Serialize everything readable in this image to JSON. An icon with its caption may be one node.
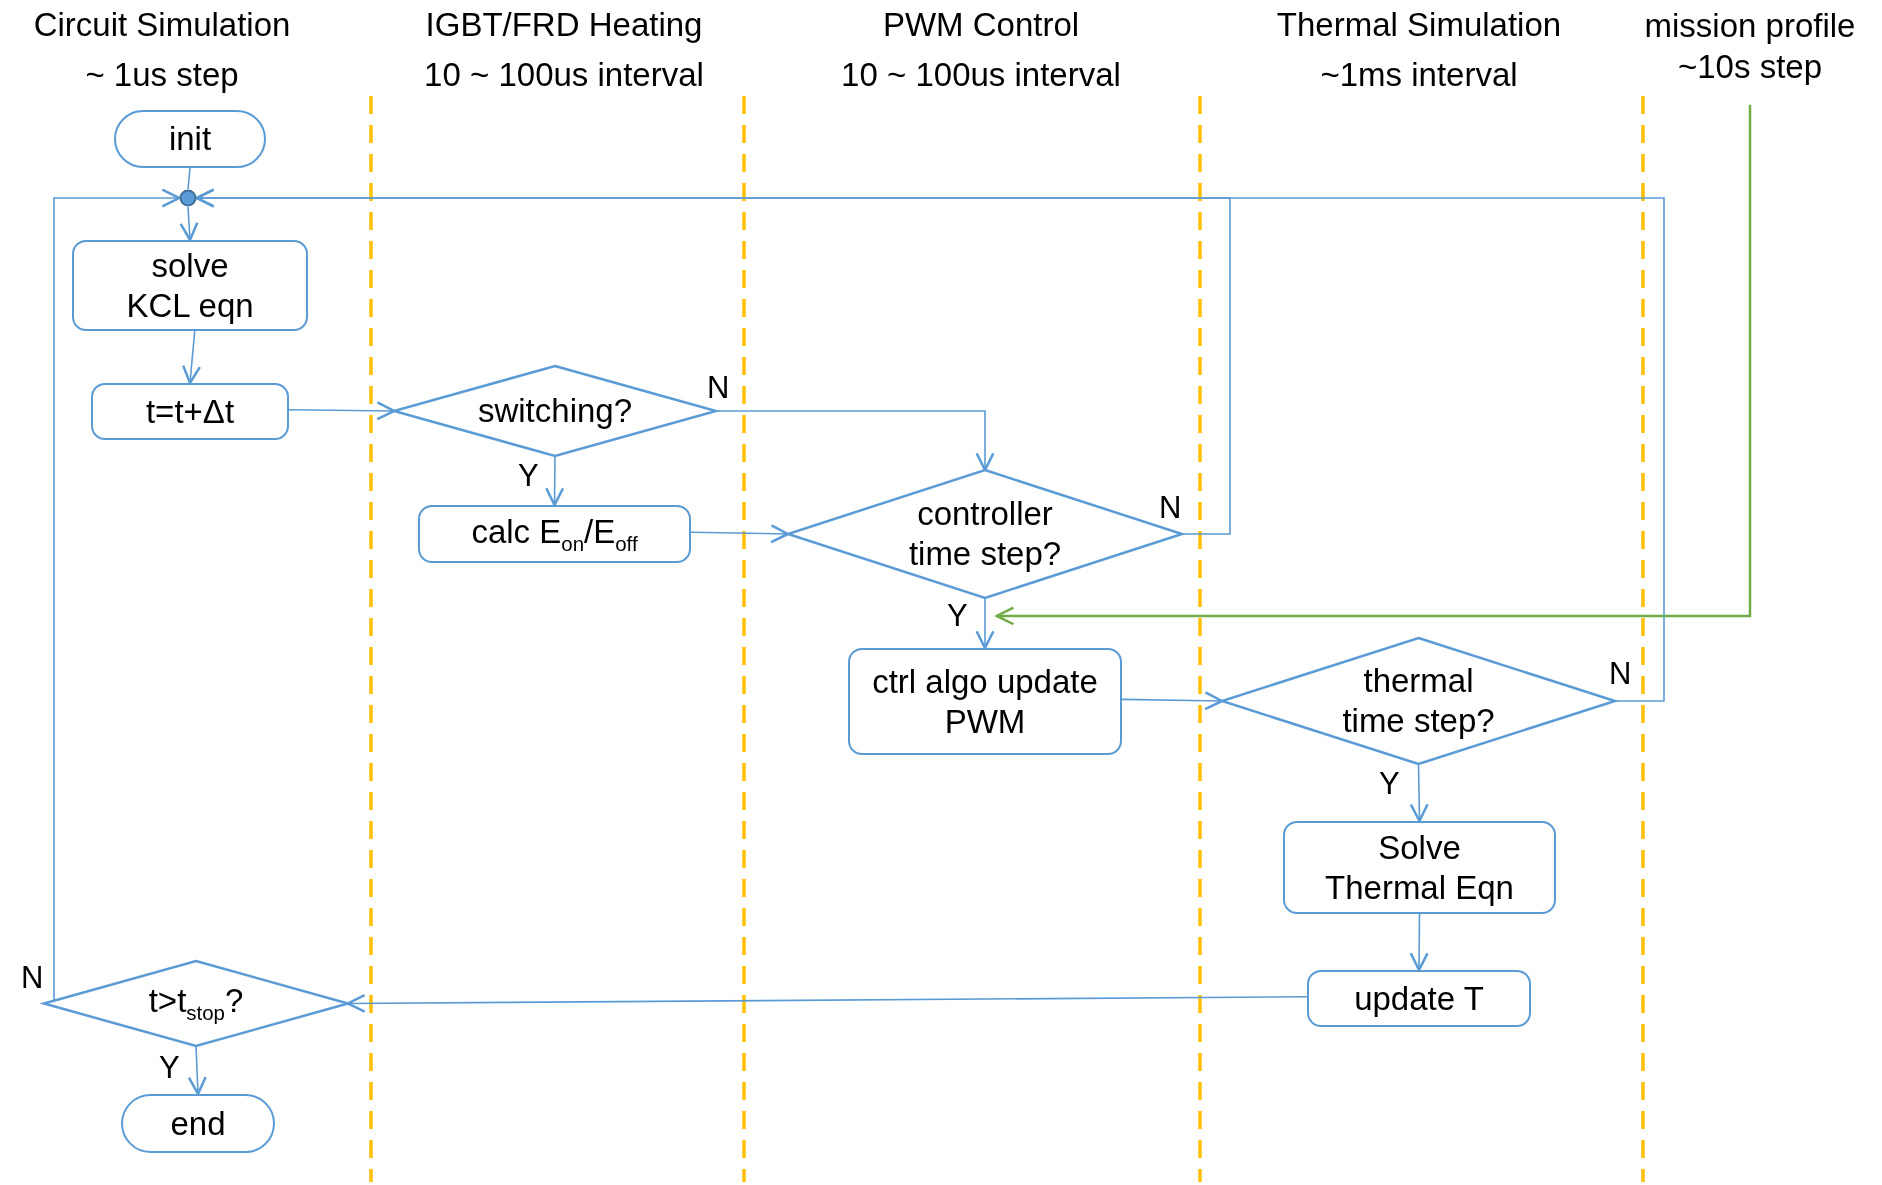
{
  "diagram": {
    "nodes": [
      {
        "text": [
          "init"
        ]
      },
      {
        "text": [],
        "shape": "circle"
      },
      {
        "text": [
          "solve KCL eqn"
        ]
      },
      {
        "text": [
          "t=t+Δt"
        ]
      },
      {
        "text": [
          "switching?"
        ]
      },
      {
        "text": [
          "calc E$_{on}$/E$_{off}$"
        ]
      },
      {
        "text": [
          "controller time step?"
        ]
      },
      {
        "text": [
          "ctrl algo update PWM"
        ]
      },
      {
        "text": [
          "thermal time step?"
        ]
      },
      {
        "text": [
          "Solve Thermal Eqn"
        ]
      },
      {
        "text": [
          "update T"
        ]
      },
      {
        "text": [
          "t>t$_{stop}$?"
        ]
      },
      {
        "text": [
          "end"
        ]
      },
      {
        "text": [
          "mission profile",
          "~10s step"
        ]
      }
    ],
    "edges": [
      {
        "from": 0,
        "to": 1,
        "arrow": "none"
      },
      {
        "from": 1,
        "to": 2,
        "arrow": "to"
      },
      {
        "from": 2,
        "to": 3,
        "arrow": "to"
      },
      {
        "from": 3,
        "to": 4,
        "arrow": "to"
      },
      {
        "from": 4,
        "to": 6,
        "label": "N",
        "arrow": "to"
      },
      {
        "from": 4,
        "to": 5,
        "label": "Y",
        "arrow": "to"
      },
      {
        "from": 5,
        "to": 6,
        "arrow": "to"
      },
      {
        "from": 6,
        "to": 7,
        "label": "Y",
        "arrow": "to"
      },
      {
        "from": 6,
        "to": 1,
        "label": "N",
        "arrow": "to"
      },
      {
        "from": 7,
        "to": 8,
        "arrow": "to"
      },
      {
        "from": 8,
        "to": 1,
        "label": "N",
        "arrow": "to"
      },
      {
        "from": 8,
        "to": 9,
        "label": "Y",
        "arrow": "to"
      },
      {
        "from": 9,
        "to": 10,
        "arrow": "to"
      },
      {
        "from": 10,
        "to": 11,
        "arrow": "to"
      },
      {
        "from": 11,
        "to": 1,
        "label": "N",
        "arrow": "to"
      },
      {
        "from": 11,
        "to": 12,
        "label": "Y",
        "arrow": "to"
      },
      {
        "from": 13,
        "to": 6,
        "arrow": "to",
        "color": "#70ad47"
      }
    ],
    "labels": [
      "Circuit Simulation",
      "~ 1us step",
      "IGBT/FRD Heating",
      "10 ~ 100us interval",
      "PWM Control",
      "10 ~ 100us interval",
      "Thermal Simulation",
      "~1ms interval"
    ]
  }
}
